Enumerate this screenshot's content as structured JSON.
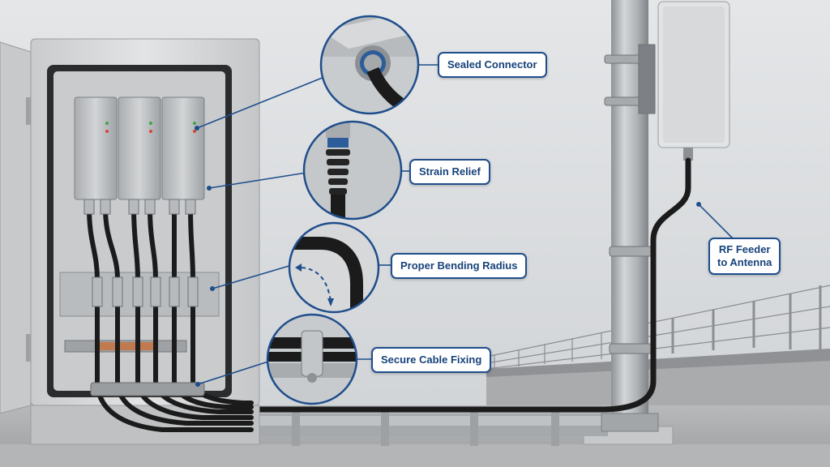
{
  "callouts": {
    "sealed_connector": "Sealed Connector",
    "strain_relief": "Strain Relief",
    "bending_radius": "Proper Bending Radius",
    "cable_fixing": "Secure Cable Fixing",
    "rf_feeder_line1": "RF Feeder",
    "rf_feeder_line2": "to Antenna"
  },
  "colors": {
    "accent": "#1f4e8c",
    "label_text": "#17427a",
    "cable": "#1b1b1b",
    "cabinet": "#d9dadb",
    "pole": "#b9bcbf",
    "sky": "#dcdee0"
  }
}
